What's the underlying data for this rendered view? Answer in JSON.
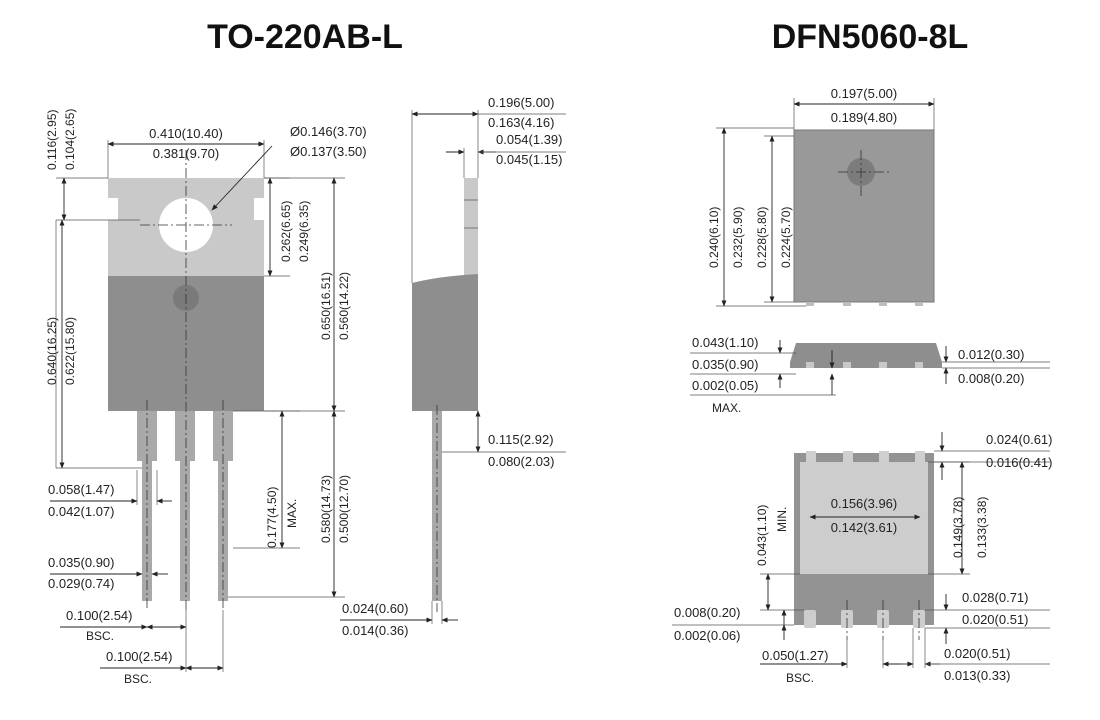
{
  "titles": {
    "to220": "TO-220AB-L",
    "dfn": "DFN5060-8L"
  },
  "to220": {
    "d_top_max": "0.116(2.95)",
    "d_top_min": "0.104(2.65)",
    "w_max": "0.410(10.40)",
    "w_min": "0.381(9.70)",
    "hole_max": "Ø0.146(3.70)",
    "hole_min": "Ø0.137(3.50)",
    "hole_pos_max": "0.262(6.65)",
    "hole_pos_min": "0.249(6.35)",
    "h_body_max": "0.640(16.25)",
    "h_body_min": "0.622(15.80)",
    "h_total_max": "0.650(16.51)",
    "h_total_min": "0.560(14.22)",
    "lead_w_max": "0.058(1.47)",
    "lead_w_min": "0.042(1.07)",
    "lead_thk_max": "0.035(0.90)",
    "lead_thk_min": "0.029(0.74)",
    "pitch1": "0.100(2.54)",
    "pitch1_note": "BSC.",
    "pitch2": "0.100(2.54)",
    "pitch2_note": "BSC.",
    "shoulder_max": "0.177(4.50)",
    "shoulder_note": "MAX.",
    "lead_len_max": "0.580(14.73)",
    "lead_len_min": "0.500(12.70)",
    "side_t_max": "0.196(5.00)",
    "side_t_min": "0.163(4.16)",
    "tab_t_max": "0.054(1.39)",
    "tab_t_min": "0.045(1.15)",
    "lead_off_max": "0.115(2.92)",
    "lead_off_min": "0.080(2.03)",
    "lead_t_max": "0.024(0.60)",
    "lead_t_min": "0.014(0.36)"
  },
  "dfn": {
    "w_max": "0.197(5.00)",
    "w_min": "0.189(4.80)",
    "h1": "0.240(6.10)",
    "h2": "0.232(5.90)",
    "h3": "0.228(5.80)",
    "h4": "0.224(5.70)",
    "t_max": "0.043(1.10)",
    "t_min": "0.035(0.90)",
    "standoff": "0.002(0.05)",
    "standoff_note": "MAX.",
    "lf_max": "0.012(0.30)",
    "lf_min": "0.008(0.20)",
    "pad_ext_max": "0.024(0.61)",
    "pad_ext_min": "0.016(0.41)",
    "epad_w_max": "0.156(3.96)",
    "epad_w_min": "0.142(3.61)",
    "epad_len": "0.043(1.10)",
    "epad_len_note": "MIN.",
    "epad_h_max": "0.149(3.78)",
    "epad_h_min": "0.133(3.38)",
    "edge_max": "0.008(0.20)",
    "edge_min": "0.002(0.06)",
    "pin_len_max": "0.028(0.71)",
    "pin_len_min": "0.020(0.51)",
    "pitch": "0.050(1.27)",
    "pitch_note": "BSC.",
    "pin_w_max": "0.020(0.51)",
    "pin_w_min": "0.013(0.33)"
  }
}
